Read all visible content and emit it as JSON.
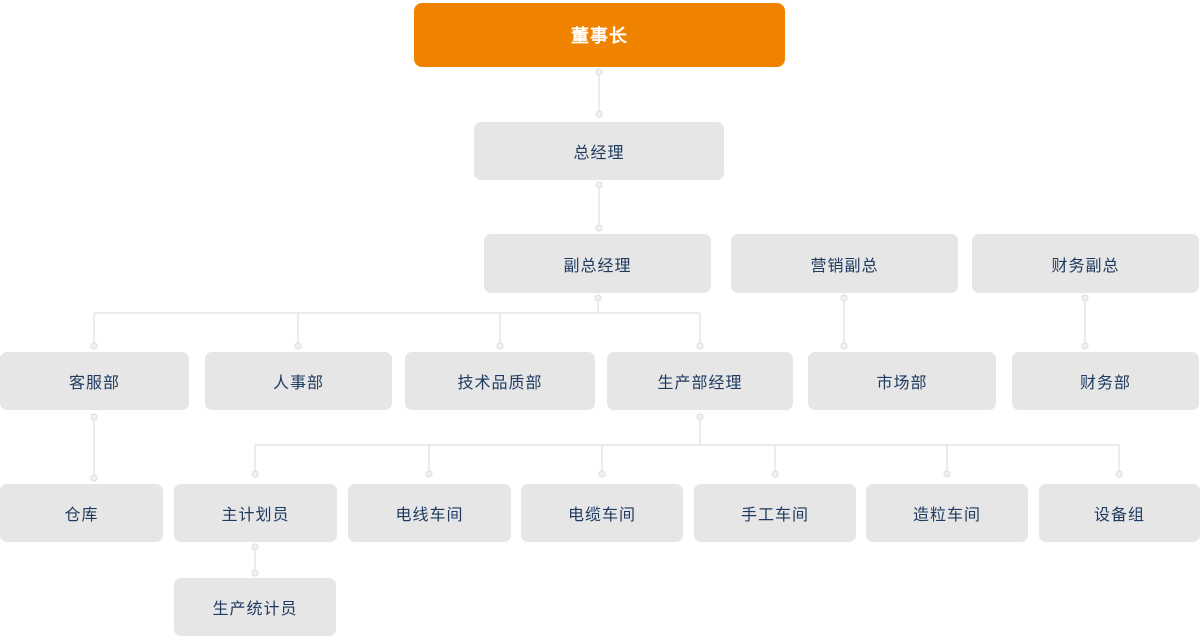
{
  "diagram_type": "org-chart",
  "colors": {
    "root_bg": "#EF8300",
    "root_text": "#FFFFFF",
    "node_bg": "#E6E6E6",
    "node_text": "#1F3A60",
    "connector_color": "#E6E6E6",
    "connector_dot_fill": "#F2F2F2",
    "connector_dot_ring": "#DFDFDF",
    "canvas_bg": "#FFFFFF"
  },
  "nodes": {
    "chairman": {
      "label": "董事长",
      "level": 1
    },
    "general_manager": {
      "label": "总经理",
      "level": 2
    },
    "deputy_gm": {
      "label": "副总经理",
      "level": 3
    },
    "marketing_vp": {
      "label": "营销副总",
      "level": 3
    },
    "finance_vp": {
      "label": "财务副总",
      "level": 3
    },
    "customer_service": {
      "label": "客服部",
      "level": 4
    },
    "hr": {
      "label": "人事部",
      "level": 4
    },
    "tech_quality": {
      "label": "技术品质部",
      "level": 4
    },
    "production_manager": {
      "label": "生产部经理",
      "level": 4
    },
    "market_dept": {
      "label": "市场部",
      "level": 4
    },
    "finance_dept": {
      "label": "财务部",
      "level": 4
    },
    "warehouse": {
      "label": "仓库",
      "level": 5
    },
    "chief_planner": {
      "label": "主计划员",
      "level": 5
    },
    "wire_workshop": {
      "label": "电线车间",
      "level": 5
    },
    "cable_workshop": {
      "label": "电缆车间",
      "level": 5
    },
    "manual_workshop": {
      "label": "手工车间",
      "level": 5
    },
    "granulation_workshop": {
      "label": "造粒车间",
      "level": 5
    },
    "equipment_group": {
      "label": "设备组",
      "level": 5
    },
    "production_statistician": {
      "label": "生产统计员",
      "level": 6
    }
  },
  "edges": [
    {
      "from": "chairman",
      "to": "general_manager"
    },
    {
      "from": "general_manager",
      "to": "deputy_gm"
    },
    {
      "from": "deputy_gm",
      "to": "customer_service"
    },
    {
      "from": "deputy_gm",
      "to": "hr"
    },
    {
      "from": "deputy_gm",
      "to": "tech_quality"
    },
    {
      "from": "deputy_gm",
      "to": "production_manager"
    },
    {
      "from": "marketing_vp",
      "to": "market_dept"
    },
    {
      "from": "finance_vp",
      "to": "finance_dept"
    },
    {
      "from": "customer_service",
      "to": "warehouse"
    },
    {
      "from": "production_manager",
      "to": "chief_planner"
    },
    {
      "from": "production_manager",
      "to": "wire_workshop"
    },
    {
      "from": "production_manager",
      "to": "cable_workshop"
    },
    {
      "from": "production_manager",
      "to": "manual_workshop"
    },
    {
      "from": "production_manager",
      "to": "granulation_workshop"
    },
    {
      "from": "production_manager",
      "to": "equipment_group"
    },
    {
      "from": "chief_planner",
      "to": "production_statistician"
    }
  ]
}
